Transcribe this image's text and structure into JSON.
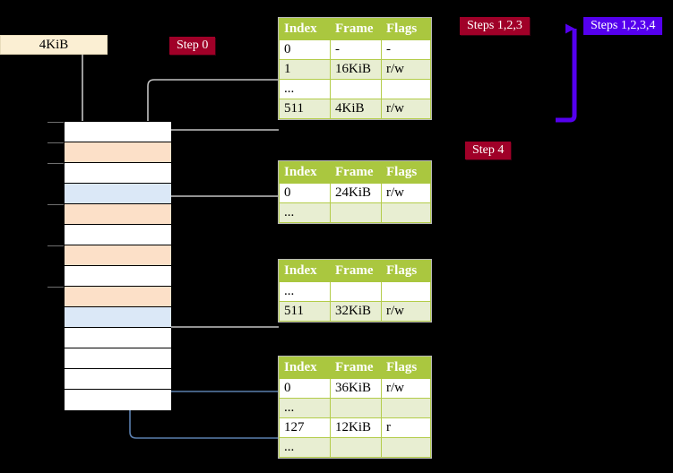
{
  "diagram": {
    "title_hidden": "",
    "source_box": {
      "label": "4KiB"
    },
    "badges": [
      {
        "id": "step0",
        "label": "Step 0",
        "color": "#a00028"
      },
      {
        "id": "steps123",
        "label": "Steps 1,2,3",
        "color": "#a00028"
      },
      {
        "id": "steps1234",
        "label": "Steps 1,2,3,4",
        "color": "#5500ee"
      },
      {
        "id": "step4",
        "label": "Step 4",
        "color": "#a00028"
      }
    ],
    "table_columns": [
      "Index",
      "Frame",
      "Flags"
    ],
    "tables": [
      {
        "id": "level4",
        "columns": [
          "Index",
          "Frame",
          "Flags"
        ],
        "rows": [
          {
            "index": "0",
            "frame": "-",
            "flags": "-",
            "tint": false,
            "highlight": false
          },
          {
            "index": "1",
            "frame": "16KiB",
            "flags": "r/w",
            "tint": true,
            "highlight": false
          },
          {
            "index": "...",
            "frame": "",
            "flags": "",
            "tint": false,
            "highlight": false
          },
          {
            "index": "511",
            "frame": "4KiB",
            "flags": "r/w",
            "tint": true,
            "highlight": true
          }
        ]
      },
      {
        "id": "level3",
        "columns": [
          "Index",
          "Frame",
          "Flags"
        ],
        "rows": [
          {
            "index": "0",
            "frame": "24KiB",
            "flags": "r/w",
            "tint": false,
            "highlight": false
          },
          {
            "index": "...",
            "frame": "",
            "flags": "",
            "tint": true,
            "highlight": false
          }
        ]
      },
      {
        "id": "level2",
        "columns": [
          "Index",
          "Frame",
          "Flags"
        ],
        "rows": [
          {
            "index": "...",
            "frame": "",
            "flags": "",
            "tint": false,
            "highlight": false
          },
          {
            "index": "511",
            "frame": "32KiB",
            "flags": "r/w",
            "tint": true,
            "highlight": false
          }
        ]
      },
      {
        "id": "level1",
        "columns": [
          "Index",
          "Frame",
          "Flags"
        ],
        "rows": [
          {
            "index": "0",
            "frame": "36KiB",
            "flags": "r/w",
            "tint": false,
            "highlight": false
          },
          {
            "index": "...",
            "frame": "",
            "flags": "",
            "tint": true,
            "highlight": false
          },
          {
            "index": "127",
            "frame": "12KiB",
            "flags": "r",
            "tint": false,
            "highlight": false
          },
          {
            "index": "...",
            "frame": "",
            "flags": "",
            "tint": true,
            "highlight": false
          }
        ]
      }
    ],
    "memory_column": {
      "rows": [
        {
          "fill": "white",
          "tick": true
        },
        {
          "fill": "peach",
          "tick": true
        },
        {
          "fill": "white",
          "tick": true
        },
        {
          "fill": "blue",
          "tick": false
        },
        {
          "fill": "peach",
          "tick": true
        },
        {
          "fill": "white",
          "tick": false
        },
        {
          "fill": "peach",
          "tick": true
        },
        {
          "fill": "white",
          "tick": false
        },
        {
          "fill": "peach",
          "tick": true
        },
        {
          "fill": "blue",
          "tick": false
        },
        {
          "fill": "white",
          "tick": false
        },
        {
          "fill": "white",
          "tick": false
        },
        {
          "fill": "white",
          "tick": false
        },
        {
          "fill": "white",
          "tick": false
        }
      ]
    },
    "colors": {
      "table_header": "#aac73f",
      "table_tint": "#e8eed2",
      "highlight": "#ffffaa",
      "peach": "#fce0c8",
      "lightblue": "#dbe8f7",
      "source_box": "#fbefd3",
      "grey_wire": "#b0b0b0",
      "blue_wire": "#5b7fae",
      "purple_wire": "#5500ee",
      "background": "#000000"
    }
  }
}
